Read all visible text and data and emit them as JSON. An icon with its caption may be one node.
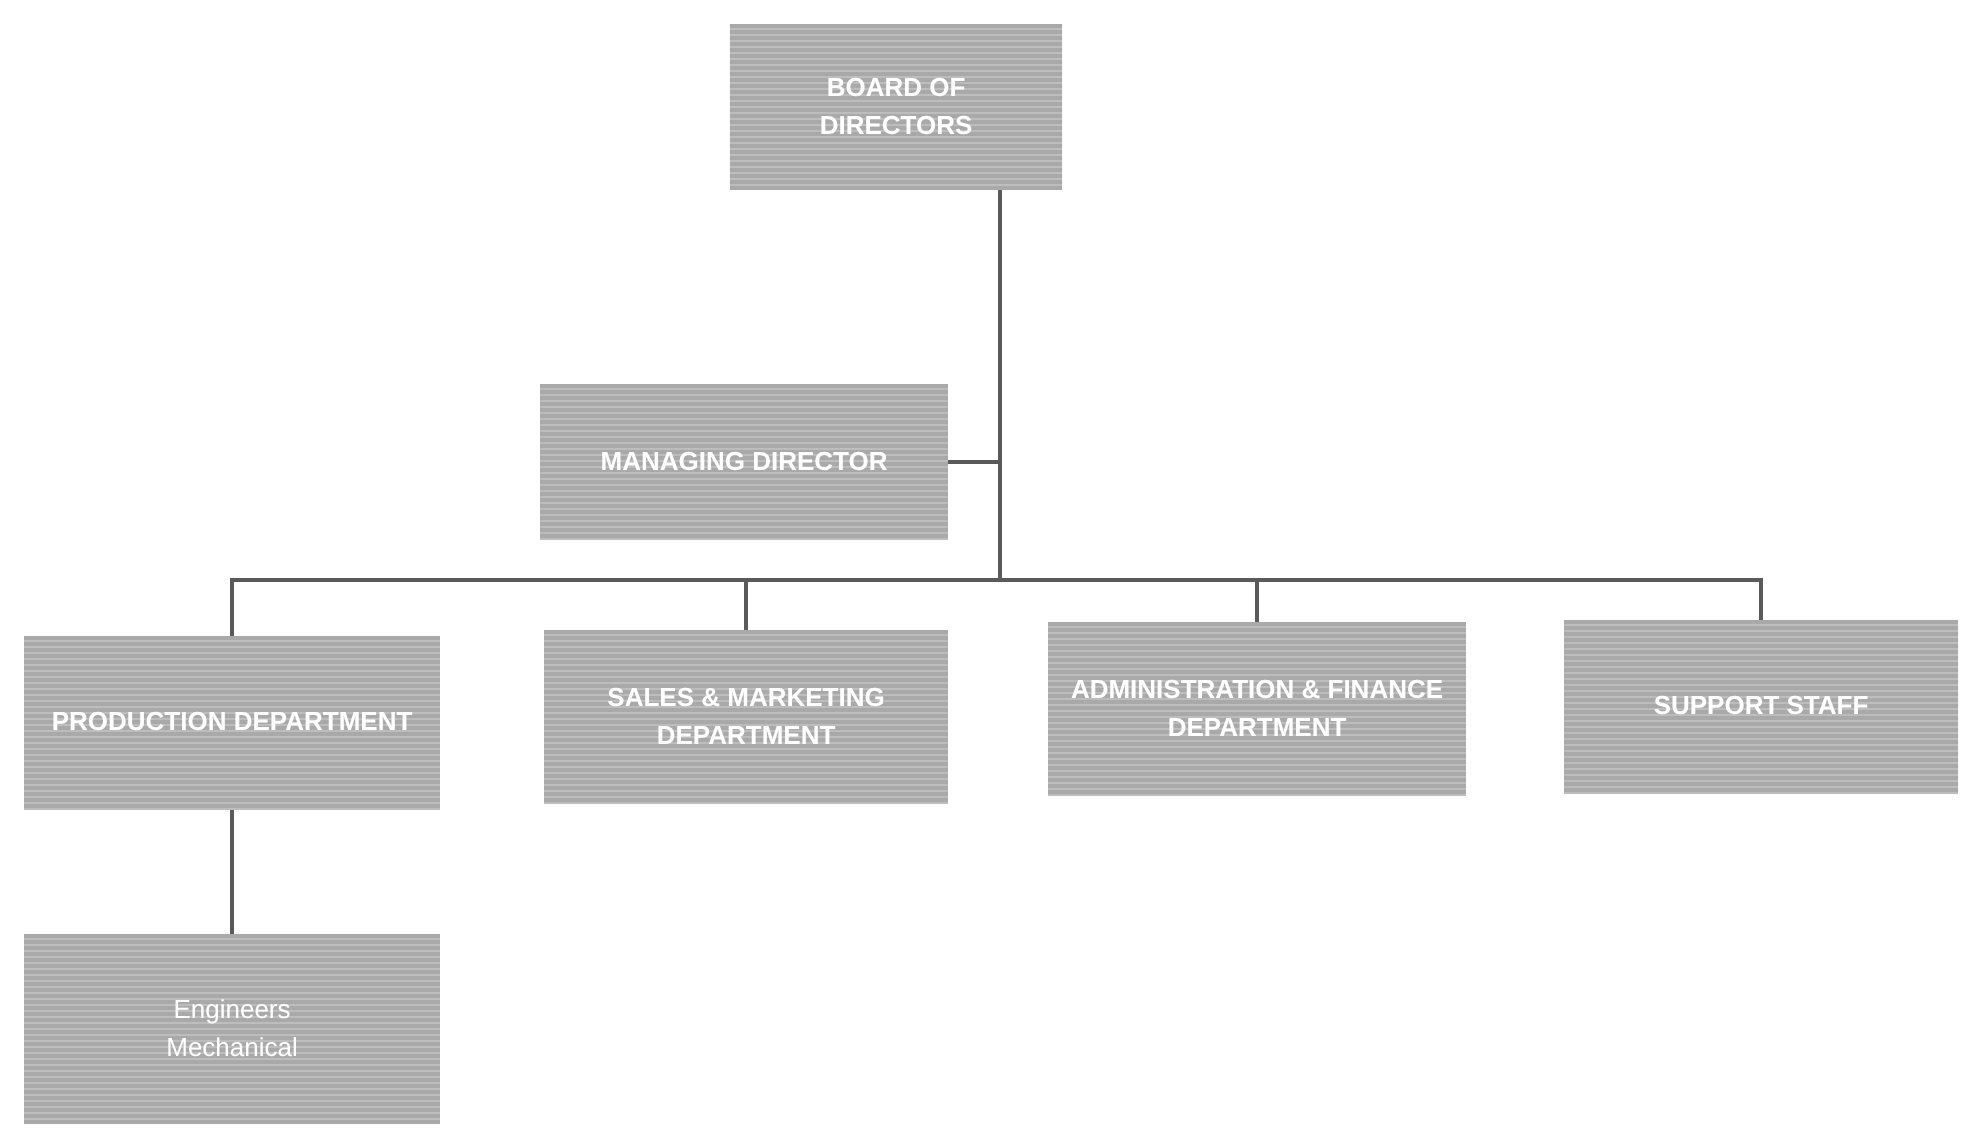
{
  "diagram": {
    "nodes": [
      {
        "text": [
          "BOARD OF DIRECTORS"
        ]
      },
      {
        "text": [
          "MANAGING DIRECTOR"
        ]
      },
      {
        "text": [
          "PRODUCTION DEPARTMENT"
        ]
      },
      {
        "text": [
          "SALES & MARKETING DEPARTMENT"
        ]
      },
      {
        "text": [
          "ADMINISTRATION & FINANCE DEPARTMENT"
        ]
      },
      {
        "text": [
          "SUPPORT STAFF"
        ]
      },
      {
        "text": [
          "Engineers Mechanical"
        ]
      }
    ],
    "edges": [
      {
        "from": 0,
        "to": 1,
        "arrow": "none"
      },
      {
        "from": 0,
        "to": 2,
        "arrow": "none"
      },
      {
        "from": 0,
        "to": 3,
        "arrow": "none"
      },
      {
        "from": 0,
        "to": 4,
        "arrow": "none"
      },
      {
        "from": 0,
        "to": 5,
        "arrow": "none"
      },
      {
        "from": 2,
        "to": 6,
        "arrow": "none"
      }
    ]
  }
}
